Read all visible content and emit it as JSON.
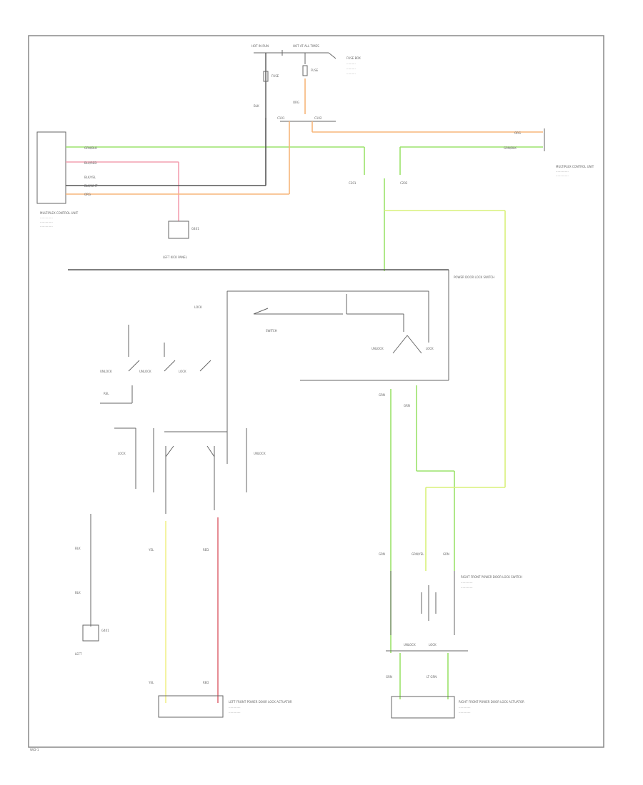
{
  "colors": {
    "green": "#9be36b",
    "lime": "#d8f07a",
    "orange": "#f7b57a",
    "pink": "#f4a0b0",
    "yellow": "#f2f08a",
    "red": "#e0707a",
    "black": "#555555"
  },
  "labels": {
    "hot_in_run": "HOT IN RUN",
    "hot_at_all_times": "HOT AT ALL TIMES",
    "fuse_box": "FUSE BOX",
    "fuse_a": "FUSE",
    "fuse_b": "FUSE",
    "left_connector": "MULTIPLEX CONTROL UNIT",
    "ground_g": "G401",
    "ground_label": "LEFT KICK PANEL",
    "right_connector": "MULTIPLEX CONTROL UNIT",
    "switch_main": "POWER DOOR LOCK SWITCH",
    "switch_right": "SWITCH",
    "lock": "LOCK",
    "unlock": "UNLOCK",
    "left_actuator": "LEFT FRONT POWER DOOR LOCK ACTUATOR",
    "right_actuator": "RIGHT FRONT POWER DOOR LOCK ACTUATOR",
    "right_switch": "RIGHT FRONT POWER DOOR LOCK SWITCH",
    "ground_bottom": "G401",
    "footer_code": "W/D-1"
  }
}
